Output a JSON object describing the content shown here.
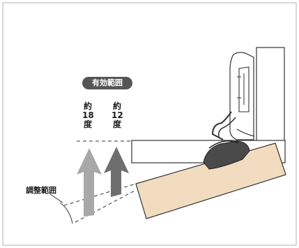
{
  "diagram": {
    "badge_label": "有効範囲",
    "angle_labels": [
      {
        "chars": [
          "約",
          "18",
          "度"
        ]
      },
      {
        "chars": [
          "約",
          "12",
          "度"
        ]
      }
    ],
    "range_label": "調整範囲",
    "colors": {
      "panel_fill": "#f2dcc0",
      "panel_stroke": "#333333",
      "arrow_light": "#a8a8a8",
      "arrow_dark": "#6e6e6e",
      "badge_bg": "#555555",
      "frame_border": "#b0b0b0"
    }
  }
}
